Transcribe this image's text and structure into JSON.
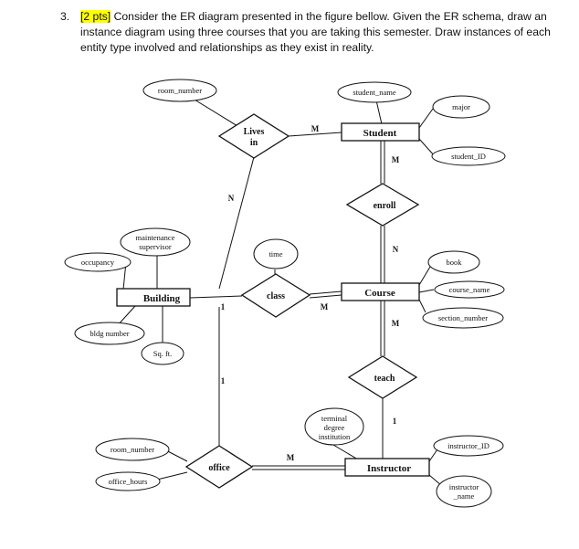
{
  "question": {
    "number": "3.",
    "points": "[2 pts]",
    "text": " Consider the ER diagram presented in the figure bellow. Given the ER schema, draw an instance diagram using three courses that you are taking this semester. Draw instances of each entity type involved and relationships as they exist in reality."
  },
  "diagram": {
    "entities": {
      "student": "Student",
      "course": "Course",
      "building": "Building",
      "instructor": "Instructor"
    },
    "relationships": {
      "lives_in_1": "Lives",
      "lives_in_2": "in",
      "enroll": "enroll",
      "class": "class",
      "teach": "teach",
      "office": "office"
    },
    "attributes": {
      "room_number_top": "room_number",
      "student_name": "student_name",
      "major": "major",
      "student_id": "student_ID",
      "maintenance_1": "maintenance",
      "maintenance_2": "supervisor",
      "occupancy": "occupancy",
      "time": "time",
      "book": "book",
      "course_name": "course_name",
      "section_number": "section_number",
      "bldg_number": "bldg number",
      "sq_ft": "Sq. ft.",
      "terminal_1": "terminal",
      "terminal_2": "degree",
      "terminal_3": "institution",
      "instructor_id": "instructor_ID",
      "room_number_bottom": "room_number",
      "office_hours": "office_hours",
      "instructor_name_1": "instructor",
      "instructor_name_2": "_name"
    },
    "cardinalities": {
      "lives_student": "M",
      "lives_building": "N",
      "enroll_student": "M",
      "enroll_course": "N",
      "class_building": "1",
      "class_course": "M",
      "teach_course": "M",
      "teach_instructor": "1",
      "office_building": "1",
      "office_instructor": "M"
    }
  }
}
